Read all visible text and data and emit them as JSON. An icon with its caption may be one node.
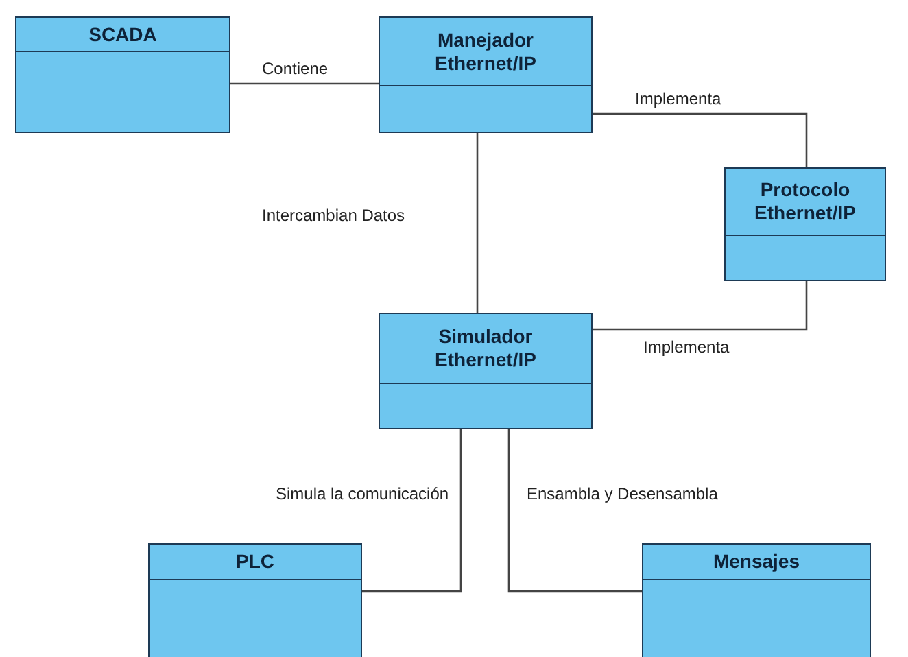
{
  "diagram": {
    "nodes": [
      {
        "text": [
          "SCADA"
        ]
      },
      {
        "text": [
          "Manejador Ethernet/IP"
        ]
      },
      {
        "text": [
          "Protocolo Ethernet/IP"
        ]
      },
      {
        "text": [
          "Simulador Ethernet/IP"
        ]
      },
      {
        "text": [
          "PLC"
        ]
      },
      {
        "text": [
          "Mensajes"
        ]
      }
    ],
    "edges": [
      {
        "from": 0,
        "to": 1,
        "arrow": "none",
        "label": "Contiene"
      },
      {
        "from": 1,
        "to": 2,
        "arrow": "none",
        "label": "Implementa"
      },
      {
        "from": 1,
        "to": 3,
        "arrow": "none",
        "label": "Intercambian Datos"
      },
      {
        "from": 3,
        "to": 2,
        "arrow": "none",
        "label": "Implementa"
      },
      {
        "from": 3,
        "to": 4,
        "arrow": "none",
        "label": "Simula la comunicación"
      },
      {
        "from": 3,
        "to": 5,
        "arrow": "none",
        "label": "Ensambla y Desensambla"
      }
    ]
  }
}
